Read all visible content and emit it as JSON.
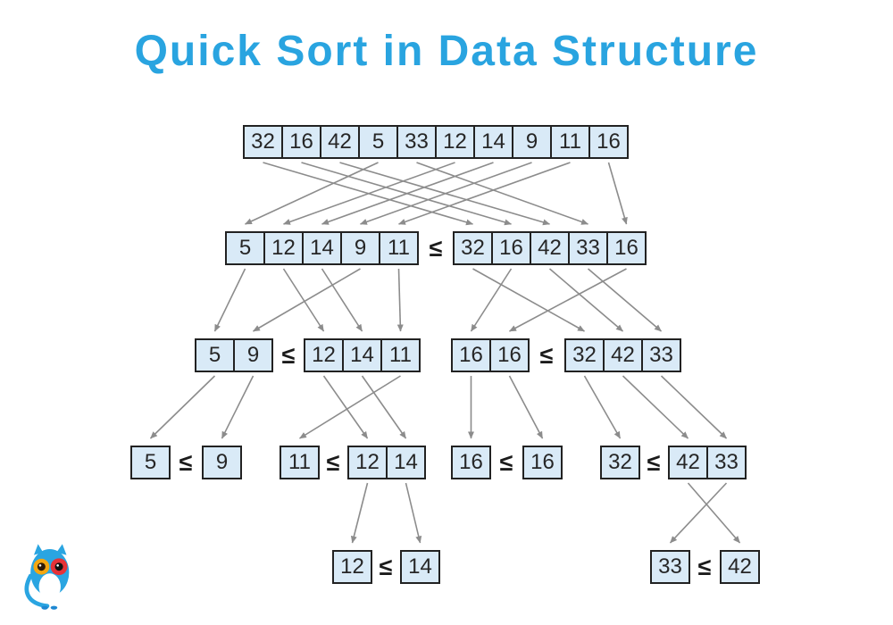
{
  "title": "Quick Sort in Data Structure",
  "comparator": "≤",
  "colors": {
    "title": "#29A4E0",
    "cell_fill": "#D9EAF7",
    "cell_border": "#222222",
    "arrow": "#8C8C8C",
    "logo_blue": "#2AA5E1",
    "logo_eye_yellow": "#F4A711",
    "logo_eye_red": "#E63238"
  },
  "icons": {
    "logo": "owl-icon"
  },
  "rows": [
    [
      [
        "32",
        "16",
        "42",
        "5",
        "33",
        "12",
        "14",
        "9",
        "11",
        "16"
      ]
    ],
    [
      [
        "5",
        "12",
        "14",
        "9",
        "11"
      ],
      [
        "32",
        "16",
        "42",
        "33",
        "16"
      ]
    ],
    [
      [
        "5",
        "9"
      ],
      [
        "12",
        "14",
        "11"
      ],
      [
        "16",
        "16"
      ],
      [
        "32",
        "42",
        "33"
      ]
    ],
    [
      [
        "5"
      ],
      [
        "9"
      ],
      [
        "11"
      ],
      [
        "12",
        "14"
      ],
      [
        "16"
      ],
      [
        "16"
      ],
      [
        "32"
      ],
      [
        "42",
        "33"
      ]
    ],
    [
      [
        "12"
      ],
      [
        "14"
      ],
      [
        "33"
      ],
      [
        "42"
      ]
    ]
  ],
  "arrows": [
    {
      "from": "r0-0",
      "to": "r1-5"
    },
    {
      "from": "r0-1",
      "to": "r1-6"
    },
    {
      "from": "r0-2",
      "to": "r1-7"
    },
    {
      "from": "r0-3",
      "to": "r1-0"
    },
    {
      "from": "r0-4",
      "to": "r1-8"
    },
    {
      "from": "r0-5",
      "to": "r1-1"
    },
    {
      "from": "r0-6",
      "to": "r1-2"
    },
    {
      "from": "r0-7",
      "to": "r1-3"
    },
    {
      "from": "r0-8",
      "to": "r1-4"
    },
    {
      "from": "r0-9",
      "to": "r1-9"
    },
    {
      "from": "r1-0",
      "to": "r2-0"
    },
    {
      "from": "r1-1",
      "to": "r2-2"
    },
    {
      "from": "r1-2",
      "to": "r2-3"
    },
    {
      "from": "r1-3",
      "to": "r2-1"
    },
    {
      "from": "r1-4",
      "to": "r2-4"
    },
    {
      "from": "r1-5",
      "to": "r2-7"
    },
    {
      "from": "r1-6",
      "to": "r2-5"
    },
    {
      "from": "r1-7",
      "to": "r2-8"
    },
    {
      "from": "r1-8",
      "to": "r2-9"
    },
    {
      "from": "r1-9",
      "to": "r2-6"
    },
    {
      "from": "r2-0",
      "to": "r3-0"
    },
    {
      "from": "r2-1",
      "to": "r3-1"
    },
    {
      "from": "r2-2",
      "to": "r3-3"
    },
    {
      "from": "r2-3",
      "to": "r3-4"
    },
    {
      "from": "r2-4",
      "to": "r3-2"
    },
    {
      "from": "r2-5",
      "to": "r3-5"
    },
    {
      "from": "r2-6",
      "to": "r3-6"
    },
    {
      "from": "r2-7",
      "to": "r3-7"
    },
    {
      "from": "r2-8",
      "to": "r3-8"
    },
    {
      "from": "r2-9",
      "to": "r3-9"
    },
    {
      "from": "r3-3",
      "to": "r4-0"
    },
    {
      "from": "r3-4",
      "to": "r4-1"
    },
    {
      "from": "r3-8",
      "to": "r4-3"
    },
    {
      "from": "r3-9",
      "to": "r4-2"
    }
  ]
}
